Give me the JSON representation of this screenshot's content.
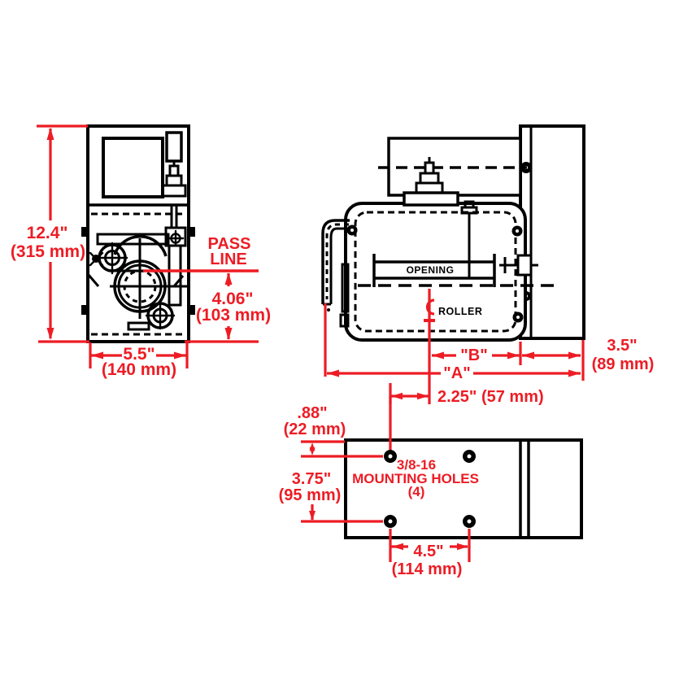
{
  "drawing": {
    "colors": {
      "dimension_red": "#ED1C24",
      "line_black": "#000000"
    },
    "front_view": {
      "height_dim": {
        "inches": "12.4\"",
        "mm": "(315 mm)"
      },
      "width_dim": {
        "inches": "5.5\"",
        "mm": "(140 mm)"
      },
      "pass_line": {
        "line1": "PASS",
        "line2": "LINE"
      },
      "pass_height_dim": {
        "inches": "4.06\"",
        "mm": "(103 mm)"
      }
    },
    "side_view": {
      "opening_label": "OPENING",
      "roller_label": "ROLLER",
      "dim_a": "\"A\"",
      "dim_b": "\"B\"",
      "plate_depth_dim": {
        "inches": "3.5\"",
        "mm": "(89 mm)"
      },
      "roller_offset_dim": "2.25\" (57 mm)"
    },
    "bottom_view": {
      "hole_note": {
        "line1": "3/8-16",
        "line2": "MOUNTING HOLES",
        "line3": "(4)"
      },
      "edge_offset_dim": {
        "inches": ".88\"",
        "mm": "(22 mm)"
      },
      "hole_row_spacing_dim": {
        "inches": "3.75\"",
        "mm": "(95 mm)"
      },
      "hole_col_spacing_dim": {
        "inches": "4.5\"",
        "mm": "(114 mm)"
      }
    }
  }
}
